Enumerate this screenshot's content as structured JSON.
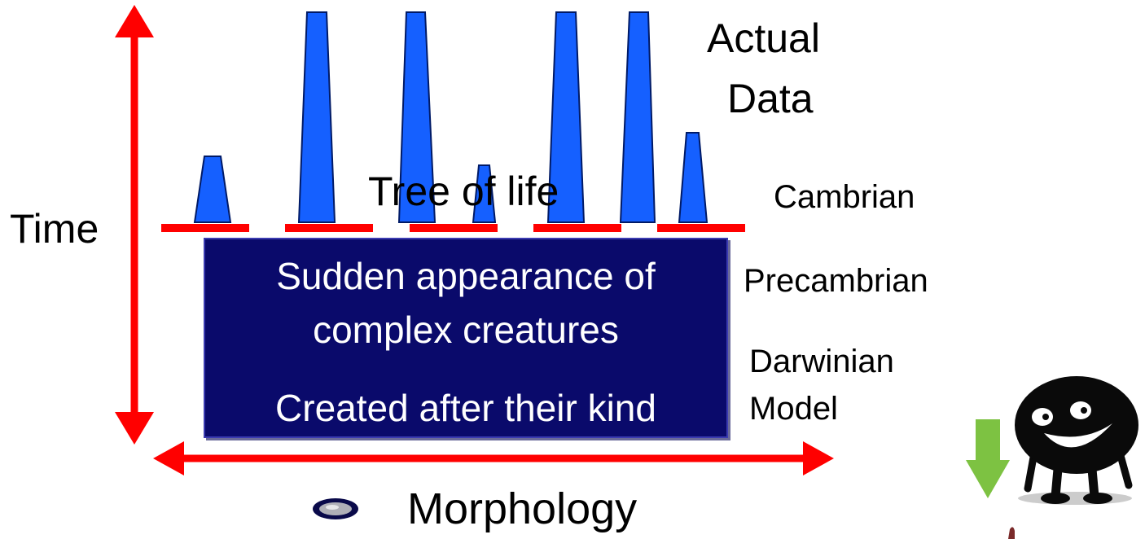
{
  "labels": {
    "time": "Time",
    "actual_data_line1": "Actual",
    "actual_data_line2": "Data",
    "tree_of_life": "Tree of life",
    "cambrian": "Cambrian",
    "precambrian": "Precambrian",
    "darwinian_line1": "Darwinian",
    "darwinian_line2": "Model",
    "morphology": "Morphology"
  },
  "box": {
    "line1": "Sudden appearance of",
    "line2": "complex creatures",
    "line3": "Created after their kind"
  },
  "colors": {
    "arrow": "#ff0000",
    "spike": "#1560ff",
    "spike_outline": "#001a66",
    "box_fill": "#0a0a6b",
    "box_text": "#ffffff",
    "down_arrow": "#7dc242",
    "mascot": "#0a0a0a"
  },
  "icons": [
    "double-arrow-vertical-icon",
    "double-arrow-horizontal-icon",
    "down-arrow-icon",
    "mascot-icon",
    "disc-icon"
  ]
}
